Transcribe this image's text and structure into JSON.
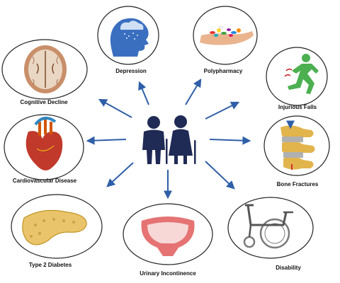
{
  "center": {
    "icon": "elderly-couple-icon",
    "color": "#1f2a55"
  },
  "arrow_color": "#2f5fa8",
  "conditions": [
    {
      "id": "depression",
      "label": "Depression",
      "icon": "head-rain-cloud-icon"
    },
    {
      "id": "polypharmacy",
      "label": "Polypharmacy",
      "icon": "hand-pills-icon"
    },
    {
      "id": "injurious-falls",
      "label": "Injurious Falls",
      "icon": "falling-person-icon"
    },
    {
      "id": "bone-fractures",
      "label": "Bone Fractures",
      "icon": "spine-vertebrae-icon"
    },
    {
      "id": "disability",
      "label": "Disability",
      "icon": "wheelchair-icon"
    },
    {
      "id": "urinary-incontinence",
      "label": "Urinary Incontinence",
      "icon": "bladder-icon"
    },
    {
      "id": "type-2-diabetes",
      "label": "Type 2 Diabetes",
      "icon": "pancreas-icon"
    },
    {
      "id": "cardiovascular-disease",
      "label": "Cardiovascular Disease",
      "icon": "heart-icon"
    },
    {
      "id": "cognitive-decline",
      "label": "Cognitive Decline",
      "icon": "brain-icon"
    }
  ]
}
